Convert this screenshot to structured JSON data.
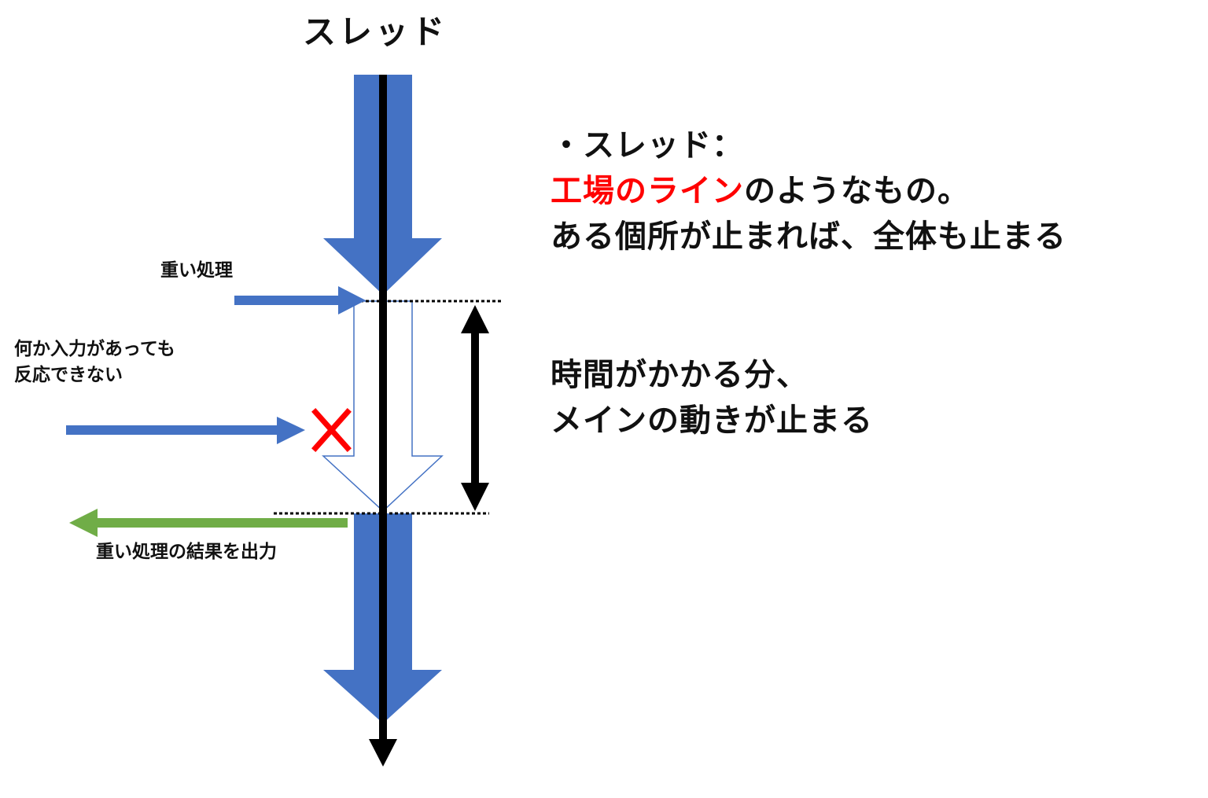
{
  "title": "スレッド",
  "labels": {
    "heavy_process": "重い処理",
    "input_line1": "何か入力があっても",
    "input_line2": "反応できない",
    "output": "重い処理の結果を出力"
  },
  "description": {
    "heading": "・スレッド：",
    "line2_highlight": "工場のライン",
    "line2_rest": "のようなもの。",
    "line3": "ある個所が止まれば、全体も止まる",
    "time_line1": "時間がかかる分、",
    "time_line2": "メインの動きが止まる"
  },
  "colors": {
    "thread_blue": "#4472c4",
    "output_green": "#70ad47",
    "blocked_red": "#ff0000",
    "highlight_red": "#ff0000"
  }
}
